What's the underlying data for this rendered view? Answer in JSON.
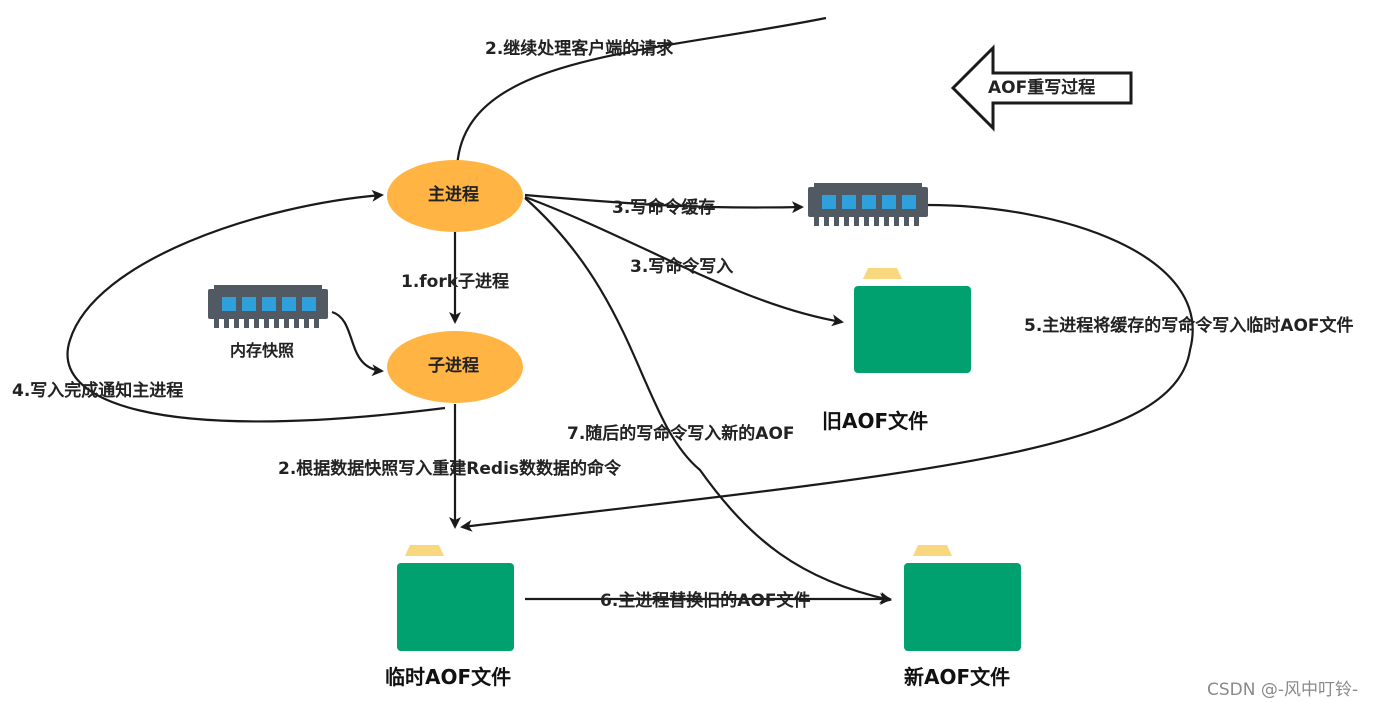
{
  "colors": {
    "process": "#FFB444",
    "file": "#00A06F",
    "tab": "#F9D77E",
    "line": "#1a1a1a",
    "memory_body": "#515A63",
    "memory_cell": "#2EA0DC"
  },
  "banner": {
    "label": "AOF重写过程"
  },
  "nodes": {
    "main_process": "主进程",
    "child_process": "子进程",
    "memory_snapshot": "内存快照"
  },
  "files": {
    "old_aof": "旧AOF文件",
    "temp_aof": "临时AOF文件",
    "new_aof": "新AOF文件"
  },
  "icons": {
    "memory_snapshot": "memory-module-icon",
    "write_buffer": "memory-module-icon",
    "old_aof": "folder-icon",
    "temp_aof": "folder-icon",
    "new_aof": "folder-icon"
  },
  "steps": {
    "s1": "1.fork子进程",
    "s2a": "2.继续处理客户端的请求",
    "s2b": "2.根据数据快照写入重建Redis数数据的命令",
    "s3a": "3.写命令缓存",
    "s3b": "3.写命令写入",
    "s4": "4.写入完成通知主进程",
    "s5": "5.主进程将缓存的写命令写入临时AOF文件",
    "s6": "6.主进程替换旧的AOF文件",
    "s7": "7.随后的写命令写入新的AOF"
  },
  "watermark": "CSDN @-风中叮铃-"
}
